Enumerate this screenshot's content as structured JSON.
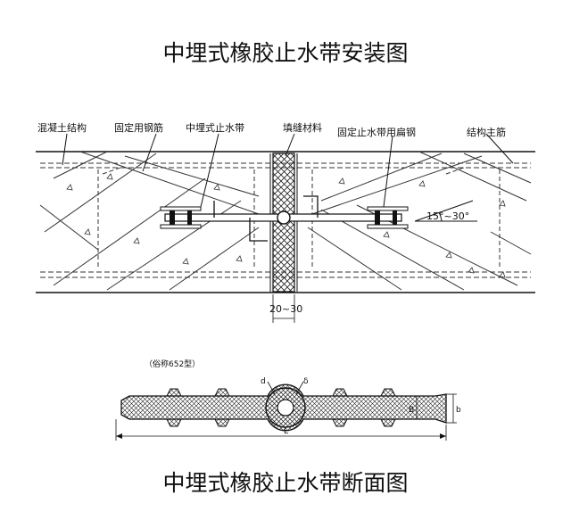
{
  "titles": {
    "top": "中埋式橡胶止水带安装图",
    "bottom": "中埋式橡胶止水带断面图"
  },
  "install_labels": {
    "concrete": "混凝土结构",
    "fix_rebar": "固定用钢筋",
    "waterstop": "中埋式止水带",
    "filler": "填缝材料",
    "flat_steel": "固定止水带用扁钢",
    "main_rebar": "结构主筋",
    "angle": "15°~30°",
    "gap": "20~30"
  },
  "section_labels": {
    "nickname": "（俗称652型）",
    "L": "L",
    "B": "B",
    "b": "b",
    "d": "d",
    "delta": "δ"
  }
}
